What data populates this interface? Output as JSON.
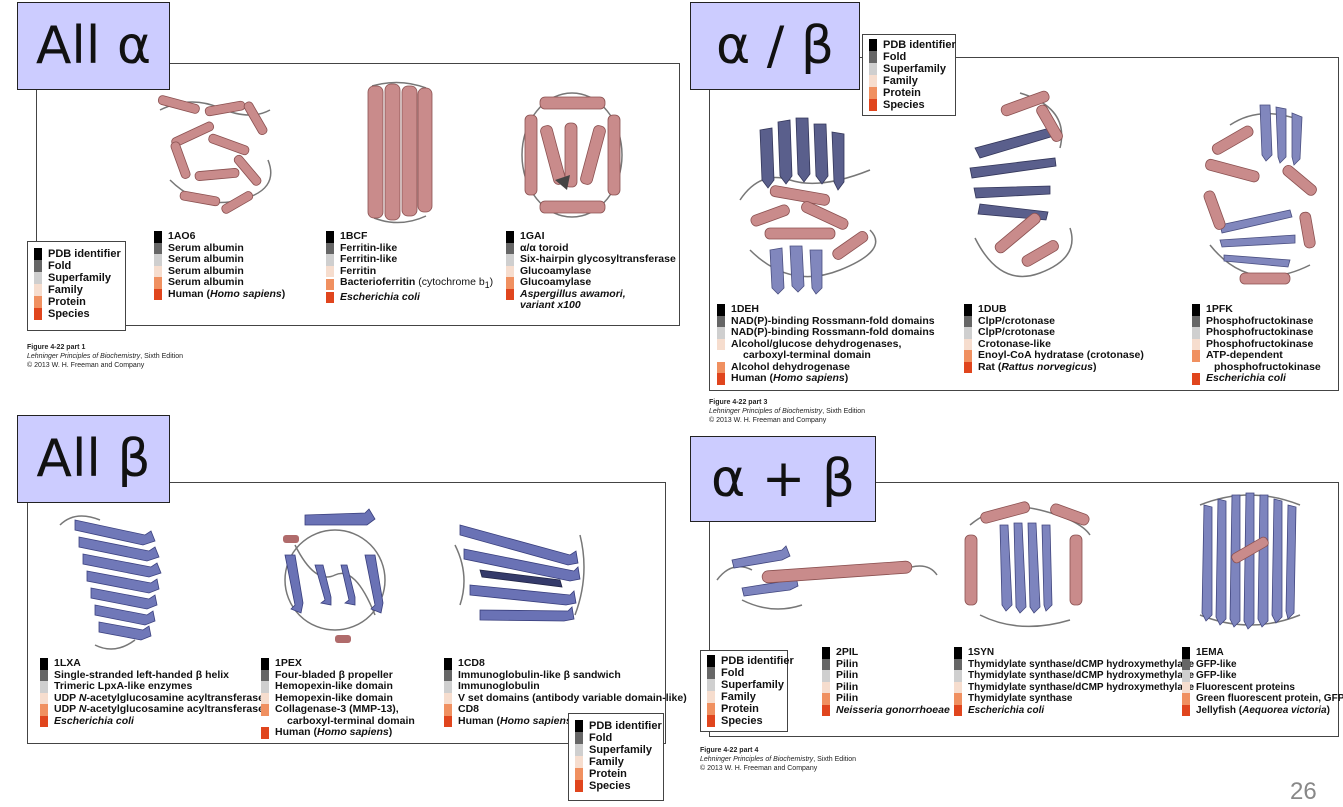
{
  "legend": [
    "PDB identifier",
    "Fold",
    "Superfamily",
    "Family",
    "Protein",
    "Species"
  ],
  "panels": {
    "all_alpha": {
      "title": "All α",
      "caption": {
        "figure": "Figure 4-22 part 1",
        "book": "Lehninger Principles of Biochemistry",
        "edition": ", Sixth Edition",
        "copyright": "© 2013 W. H. Freeman and Company"
      },
      "entries": {
        "e1": {
          "pdb": "1AO6",
          "fold": "Serum albumin",
          "superfamily": "Serum albumin",
          "family": "Serum albumin",
          "protein": "Serum albumin",
          "species_plain": "Human (",
          "species_it": "Homo sapiens",
          "species_end": ")"
        },
        "e2": {
          "pdb": "1BCF",
          "fold": "Ferritin-like",
          "superfamily": "Ferritin-like",
          "family": "Ferritin",
          "protein": "Bacterioferritin",
          "protein_note": " (cytochrome b",
          "protein_sub": "1",
          "protein_end": ")",
          "species": "Escherichia coli"
        },
        "e3": {
          "pdb": "1GAI",
          "fold": "α/α toroid",
          "superfamily": "Six-hairpin glycosyltransferase",
          "family": "Glucoamylase",
          "protein": "Glucoamylase",
          "species": "Aspergillus awamori,",
          "species_cont": "variant x100"
        }
      }
    },
    "alpha_beta": {
      "title": "α / β",
      "caption": {
        "figure": "Figure 4-22 part 3",
        "book": "Lehninger Principles of Biochemistry",
        "edition": ", Sixth Edition",
        "copyright": "© 2013 W. H. Freeman and Company"
      },
      "entries": {
        "e1": {
          "pdb": "1DEH",
          "fold": "NAD(P)-binding Rossmann-fold domains",
          "superfamily": "NAD(P)-binding Rossmann-fold domains",
          "family": "Alcohol/glucose dehydrogenases,",
          "family_cont": "carboxyl-terminal domain",
          "protein": "Alcohol dehydrogenase",
          "species_plain": "Human (",
          "species_it": "Homo sapiens",
          "species_end": ")"
        },
        "e2": {
          "pdb": "1DUB",
          "fold": "ClpP/crotonase",
          "superfamily": "ClpP/crotonase",
          "family": "Crotonase-like",
          "protein": "Enoyl-CoA hydratase (crotonase)",
          "species_plain": "Rat (",
          "species_it": "Rattus norvegicus",
          "species_end": ")"
        },
        "e3": {
          "pdb": "1PFK",
          "fold": "Phosphofructokinase",
          "superfamily": "Phosphofructokinase",
          "family": "Phosphofructokinase",
          "protein": "ATP-dependent",
          "protein_cont": "phosphofructokinase",
          "species": "Escherichia coli"
        }
      }
    },
    "all_beta": {
      "title": "All β",
      "entries": {
        "e1": {
          "pdb": "1LXA",
          "fold": "Single-stranded left-handed β helix",
          "superfamily": "Trimeric LpxA-like enzymes",
          "family_a": "UDP ",
          "family_it": "N",
          "family_b": "-acetylglucosamine acyltransferase",
          "protein_a": "UDP ",
          "protein_it": "N",
          "protein_b": "-acetylglucosamine acyltransferase",
          "species": "Escherichia coli"
        },
        "e2": {
          "pdb": "1PEX",
          "fold": "Four-bladed β propeller",
          "superfamily": "Hemopexin-like domain",
          "family": "Hemopexin-like domain",
          "protein": "Collagenase-3 (MMP-13),",
          "protein_cont": "carboxyl-terminal domain",
          "species_plain": "Human (",
          "species_it": "Homo sapiens",
          "species_end": ")"
        },
        "e3": {
          "pdb": "1CD8",
          "fold": "Immunoglobulin-like β sandwich",
          "superfamily": "Immunoglobulin",
          "family": "V set domains (antibody variable domain-like)",
          "protein": "CD8",
          "species_plain": "Human (",
          "species_it": "Homo sapiens",
          "species_end": ")"
        }
      }
    },
    "alpha_plus_beta": {
      "title": "α + β",
      "caption": {
        "figure": "Figure 4-22 part 4",
        "book": "Lehninger Principles of Biochemistry",
        "edition": ", Sixth Edition",
        "copyright": "© 2013 W. H. Freeman and Company"
      },
      "entries": {
        "e1": {
          "pdb": "2PIL",
          "fold": "Pilin",
          "superfamily": "Pilin",
          "family": "Pilin",
          "protein": "Pilin",
          "species": "Neisseria gonorrhoeae"
        },
        "e2": {
          "pdb": "1SYN",
          "fold": "Thymidylate synthase/dCMP hydroxymethylase",
          "superfamily": "Thymidylate synthase/dCMP hydroxymethylase",
          "family": "Thymidylate synthase/dCMP hydroxymethylase",
          "protein": "Thymidylate synthase",
          "species": "Escherichia coli"
        },
        "e3": {
          "pdb": "1EMA",
          "fold": "GFP-like",
          "superfamily": "GFP-like",
          "family": "Fluorescent proteins",
          "protein": "Green fluorescent protein, GFP",
          "species_plain": "Jellyfish (",
          "species_it": "Aequorea victoria",
          "species_end": ")"
        }
      }
    }
  },
  "page_number": "26",
  "colors": {
    "title_box": "#ccccff",
    "helix": "#c98b8b",
    "strand": "#7f86be",
    "loop": "#777777"
  }
}
